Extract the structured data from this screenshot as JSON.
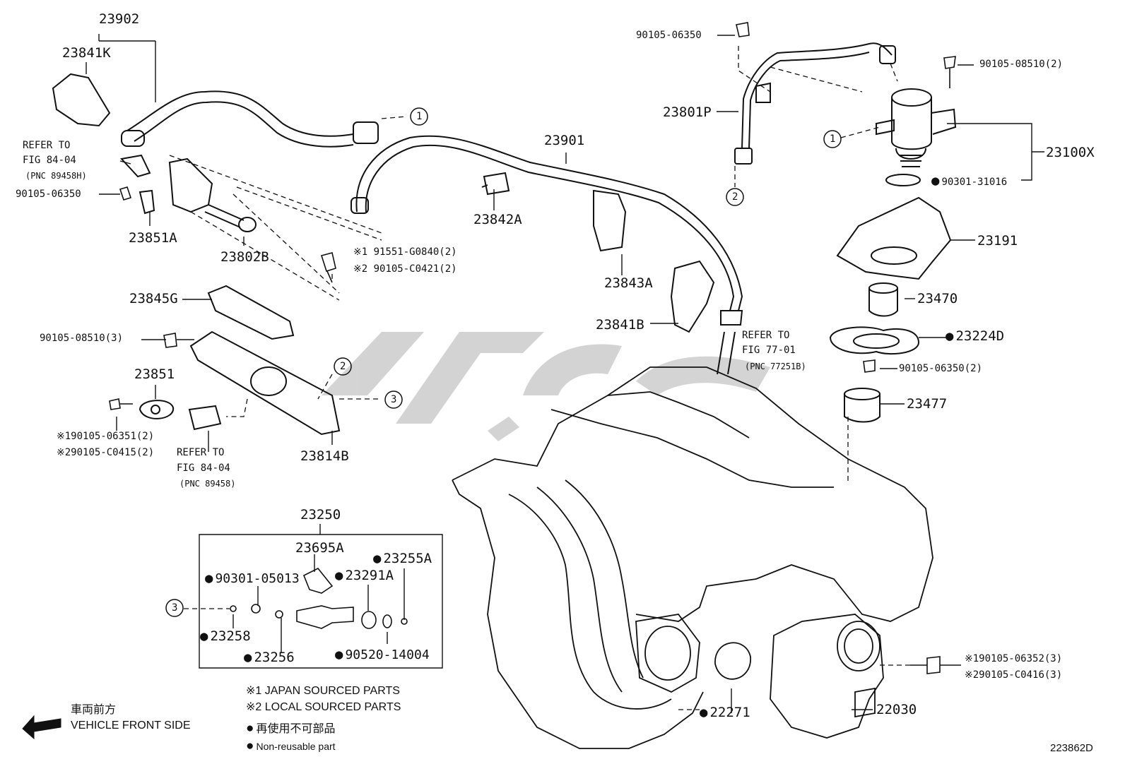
{
  "drawing_id": "223862D",
  "parts": {
    "p23902": "23902",
    "p23841K": "23841K",
    "p23901": "23901",
    "p23842A": "23842A",
    "p23843A": "23843A",
    "p23841B": "23841B",
    "p23851A": "23851A",
    "p23802B": "23802B",
    "p23845G": "23845G",
    "p23851": "23851",
    "p23814B": "23814B",
    "p23801P": "23801P",
    "p23100X": "23100X",
    "p23191": "23191",
    "p23470": "23470",
    "p23224D": "23224D",
    "p23477": "23477",
    "p23250": "23250",
    "p23695A": "23695A",
    "p23255A": "23255A",
    "p23291A": "23291A",
    "p23258": "23258",
    "p23256": "23256",
    "p90520_14004": "90520-14004",
    "p90301_05013": "90301-05013",
    "p22271": "22271",
    "p22030": "22030",
    "p90105_06350_a": "90105-06350",
    "p90105_06350_b": "90105-06350",
    "p90105_08510_2": "90105-08510(2)",
    "p90301_31016": "90301-31016",
    "p90105_06350_2": "90105-06350(2)",
    "p90105_08510_3": "90105-08510(3)",
    "p91551": "※1 91551-G0840(2)",
    "p90105_C0421": "※2 90105-C0421(2)",
    "p90105_06351": "※190105-06351(2)",
    "p90105_C0415": "※290105-C0415(2)",
    "p90105_06352": "※190105-06352(3)",
    "p90105_C0416": "※290105-C0416(3)"
  },
  "refs": {
    "r1_line1": "REFER TO",
    "r1_line2": "FIG 84-04",
    "r1_line3": "(PNC 89458H)",
    "r2_line1": "REFER TO",
    "r2_line2": "FIG 77-01",
    "r2_line3": "(PNC 77251B)",
    "r3_line1": "REFER TO",
    "r3_line2": "FIG 84-04",
    "r3_line3": "(PNC 89458)"
  },
  "callouts": {
    "c1": "1",
    "c2": "2",
    "c3": "3"
  },
  "legend": {
    "japan": "※1 JAPAN SOURCED PARTS",
    "local": "※2 LOCAL SOURCED PARTS",
    "nonreuse_jp": "再使用不可部品",
    "nonreuse_en": "Non-reusable part",
    "front_jp": "車両前方",
    "front_en": "VEHICLE FRONT SIDE"
  }
}
